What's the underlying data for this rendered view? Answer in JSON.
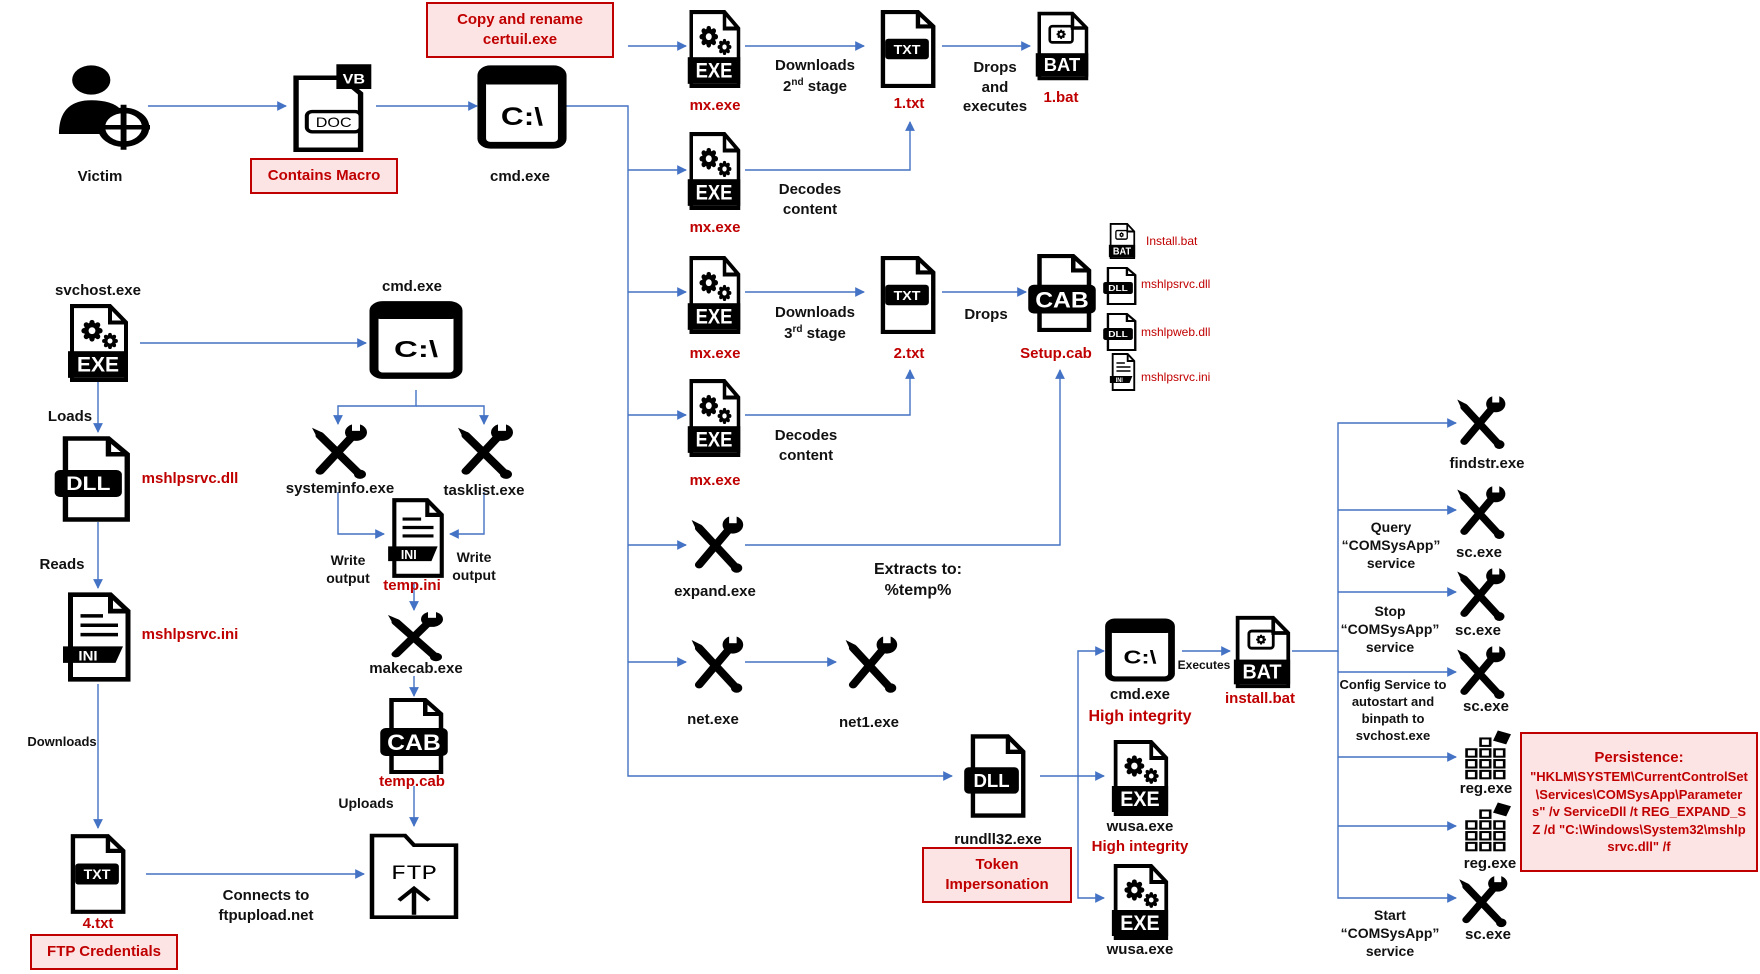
{
  "colors": {
    "arrow": "#4472c4",
    "accent_red": "#c00000",
    "box_fill": "#fde4e4"
  },
  "nodes": {
    "victim": {
      "label": "Victim",
      "icon": "user-target-icon"
    },
    "doc": {
      "icon": "doc-vb-file-icon",
      "badge_top": "VB",
      "badge": "DOC"
    },
    "cmd_top": {
      "label": "cmd.exe",
      "icon": "console-icon",
      "glyph": "C:\\"
    },
    "mx1": {
      "label": "mx.exe",
      "icon": "exe-file-icon",
      "badge": "EXE"
    },
    "mx2": {
      "label": "mx.exe",
      "icon": "exe-file-icon",
      "badge": "EXE"
    },
    "mx3": {
      "label": "mx.exe",
      "icon": "exe-file-icon",
      "badge": "EXE"
    },
    "mx4": {
      "label": "mx.exe",
      "icon": "exe-file-icon",
      "badge": "EXE"
    },
    "txt1": {
      "label": "1.txt",
      "icon": "txt-file-icon",
      "badge": "TXT"
    },
    "bat1": {
      "label": "1.bat",
      "icon": "bat-file-icon",
      "badge": "BAT"
    },
    "txt2": {
      "label": "2.txt",
      "icon": "txt-file-icon",
      "badge": "TXT"
    },
    "setup_cab": {
      "label": "Setup.cab",
      "icon": "cab-file-icon",
      "badge": "CAB"
    },
    "expand": {
      "label": "expand.exe",
      "icon": "tools-icon"
    },
    "net": {
      "label": "net.exe",
      "icon": "tools-icon"
    },
    "net1": {
      "label": "net1.exe",
      "icon": "tools-icon"
    },
    "rundll32": {
      "label": "rundll32.exe",
      "icon": "dll-file-icon",
      "badge": "DLL"
    },
    "cmd_hi": {
      "label": "cmd.exe",
      "sub": "High integrity",
      "icon": "console-icon",
      "glyph": "C:\\"
    },
    "wusa1": {
      "label": "wusa.exe",
      "sub": "High integrity",
      "icon": "exe-file-icon",
      "badge": "EXE"
    },
    "wusa2": {
      "label": "wusa.exe",
      "icon": "exe-file-icon",
      "badge": "EXE"
    },
    "install_bat": {
      "label": "install.bat",
      "icon": "bat-file-icon",
      "badge": "BAT"
    },
    "findstr": {
      "label": "findstr.exe",
      "icon": "tools-icon"
    },
    "sc1": {
      "label": "sc.exe",
      "icon": "tools-icon"
    },
    "sc2": {
      "label": "sc.exe",
      "icon": "tools-icon"
    },
    "sc3": {
      "label": "sc.exe",
      "icon": "tools-icon"
    },
    "reg1": {
      "label": "reg.exe",
      "icon": "registry-icon"
    },
    "reg2": {
      "label": "reg.exe",
      "icon": "registry-icon"
    },
    "sc4": {
      "label": "sc.exe",
      "icon": "tools-icon"
    },
    "svchost": {
      "label": "svchost.exe",
      "icon": "exe-file-icon",
      "badge": "EXE"
    },
    "mshlpsrvc_dll": {
      "label": "mshlpsrvc.dll",
      "icon": "dll-file-icon",
      "badge": "DLL"
    },
    "mshlpsrvc_ini": {
      "label": "mshlpsrvc.ini",
      "icon": "ini-file-icon",
      "badge": "INI"
    },
    "txt4": {
      "label": "4.txt",
      "icon": "txt-file-icon",
      "badge": "TXT"
    },
    "cmd_left": {
      "label": "cmd.exe",
      "icon": "console-icon",
      "glyph": "C:\\"
    },
    "systeminfo": {
      "label": "systeminfo.exe",
      "icon": "tools-icon"
    },
    "tasklist": {
      "label": "tasklist.exe",
      "icon": "tools-icon"
    },
    "temp_ini": {
      "label": "temp.ini",
      "icon": "ini-file-icon",
      "badge": "INI"
    },
    "makecab": {
      "label": "makecab.exe",
      "icon": "tools-icon"
    },
    "temp_cab": {
      "label": "temp.cab",
      "icon": "cab-file-icon",
      "badge": "CAB"
    },
    "ftp": {
      "icon": "ftp-folder-icon",
      "badge": "FTP"
    }
  },
  "cab_contents": [
    {
      "name": "Install.bat",
      "badge": "BAT"
    },
    {
      "name": "mshlpsrvc.dll",
      "badge": "DLL"
    },
    {
      "name": "mshlpweb.dll",
      "badge": "DLL"
    },
    {
      "name": "mshlpsrvc.ini",
      "badge": "INI"
    }
  ],
  "callouts": {
    "copy_rename": "Copy and rename certuil.exe",
    "contains_macro": "Contains Macro",
    "token_impersonation": "Token Impersonation",
    "ftp_credentials": "FTP Credentials",
    "persistence_title": "Persistence:",
    "persistence_body": "\"HKLM\\SYSTEM\\CurrentControlSet\\Services\\COMSysApp\\Parameters\" /v ServiceDll /t REG_EXPAND_SZ /d \"C:\\Windows\\System32\\mshlpsrvc.dll\" /f"
  },
  "edge_labels": {
    "downloads_2nd_a": "Downloads",
    "downloads_2nd_b": "2",
    "downloads_2nd_sup": "nd",
    "downloads_2nd_c": " stage",
    "drops_executes": "Drops and executes",
    "decodes_1": "Decodes content",
    "downloads_3rd_a": "Downloads",
    "downloads_3rd_b": "3",
    "downloads_3rd_sup": "rd",
    "downloads_3rd_c": " stage",
    "drops": "Drops",
    "decodes_2": "Decodes content",
    "extracts_to": "Extracts to: %temp%",
    "executes": "Executes",
    "query_service": "Query “COMSysApp” service",
    "stop_service": "Stop “COMSysApp” service",
    "config_service": "Config Service to autostart and binpath to svchost.exe",
    "start_service": "Start “COMSysApp” service",
    "loads": "Loads",
    "reads": "Reads",
    "downloads": "Downloads",
    "write_output_1": "Write output",
    "write_output_2": "Write output",
    "uploads": "Uploads",
    "connects_to": "Connects to ftpupload.net"
  }
}
